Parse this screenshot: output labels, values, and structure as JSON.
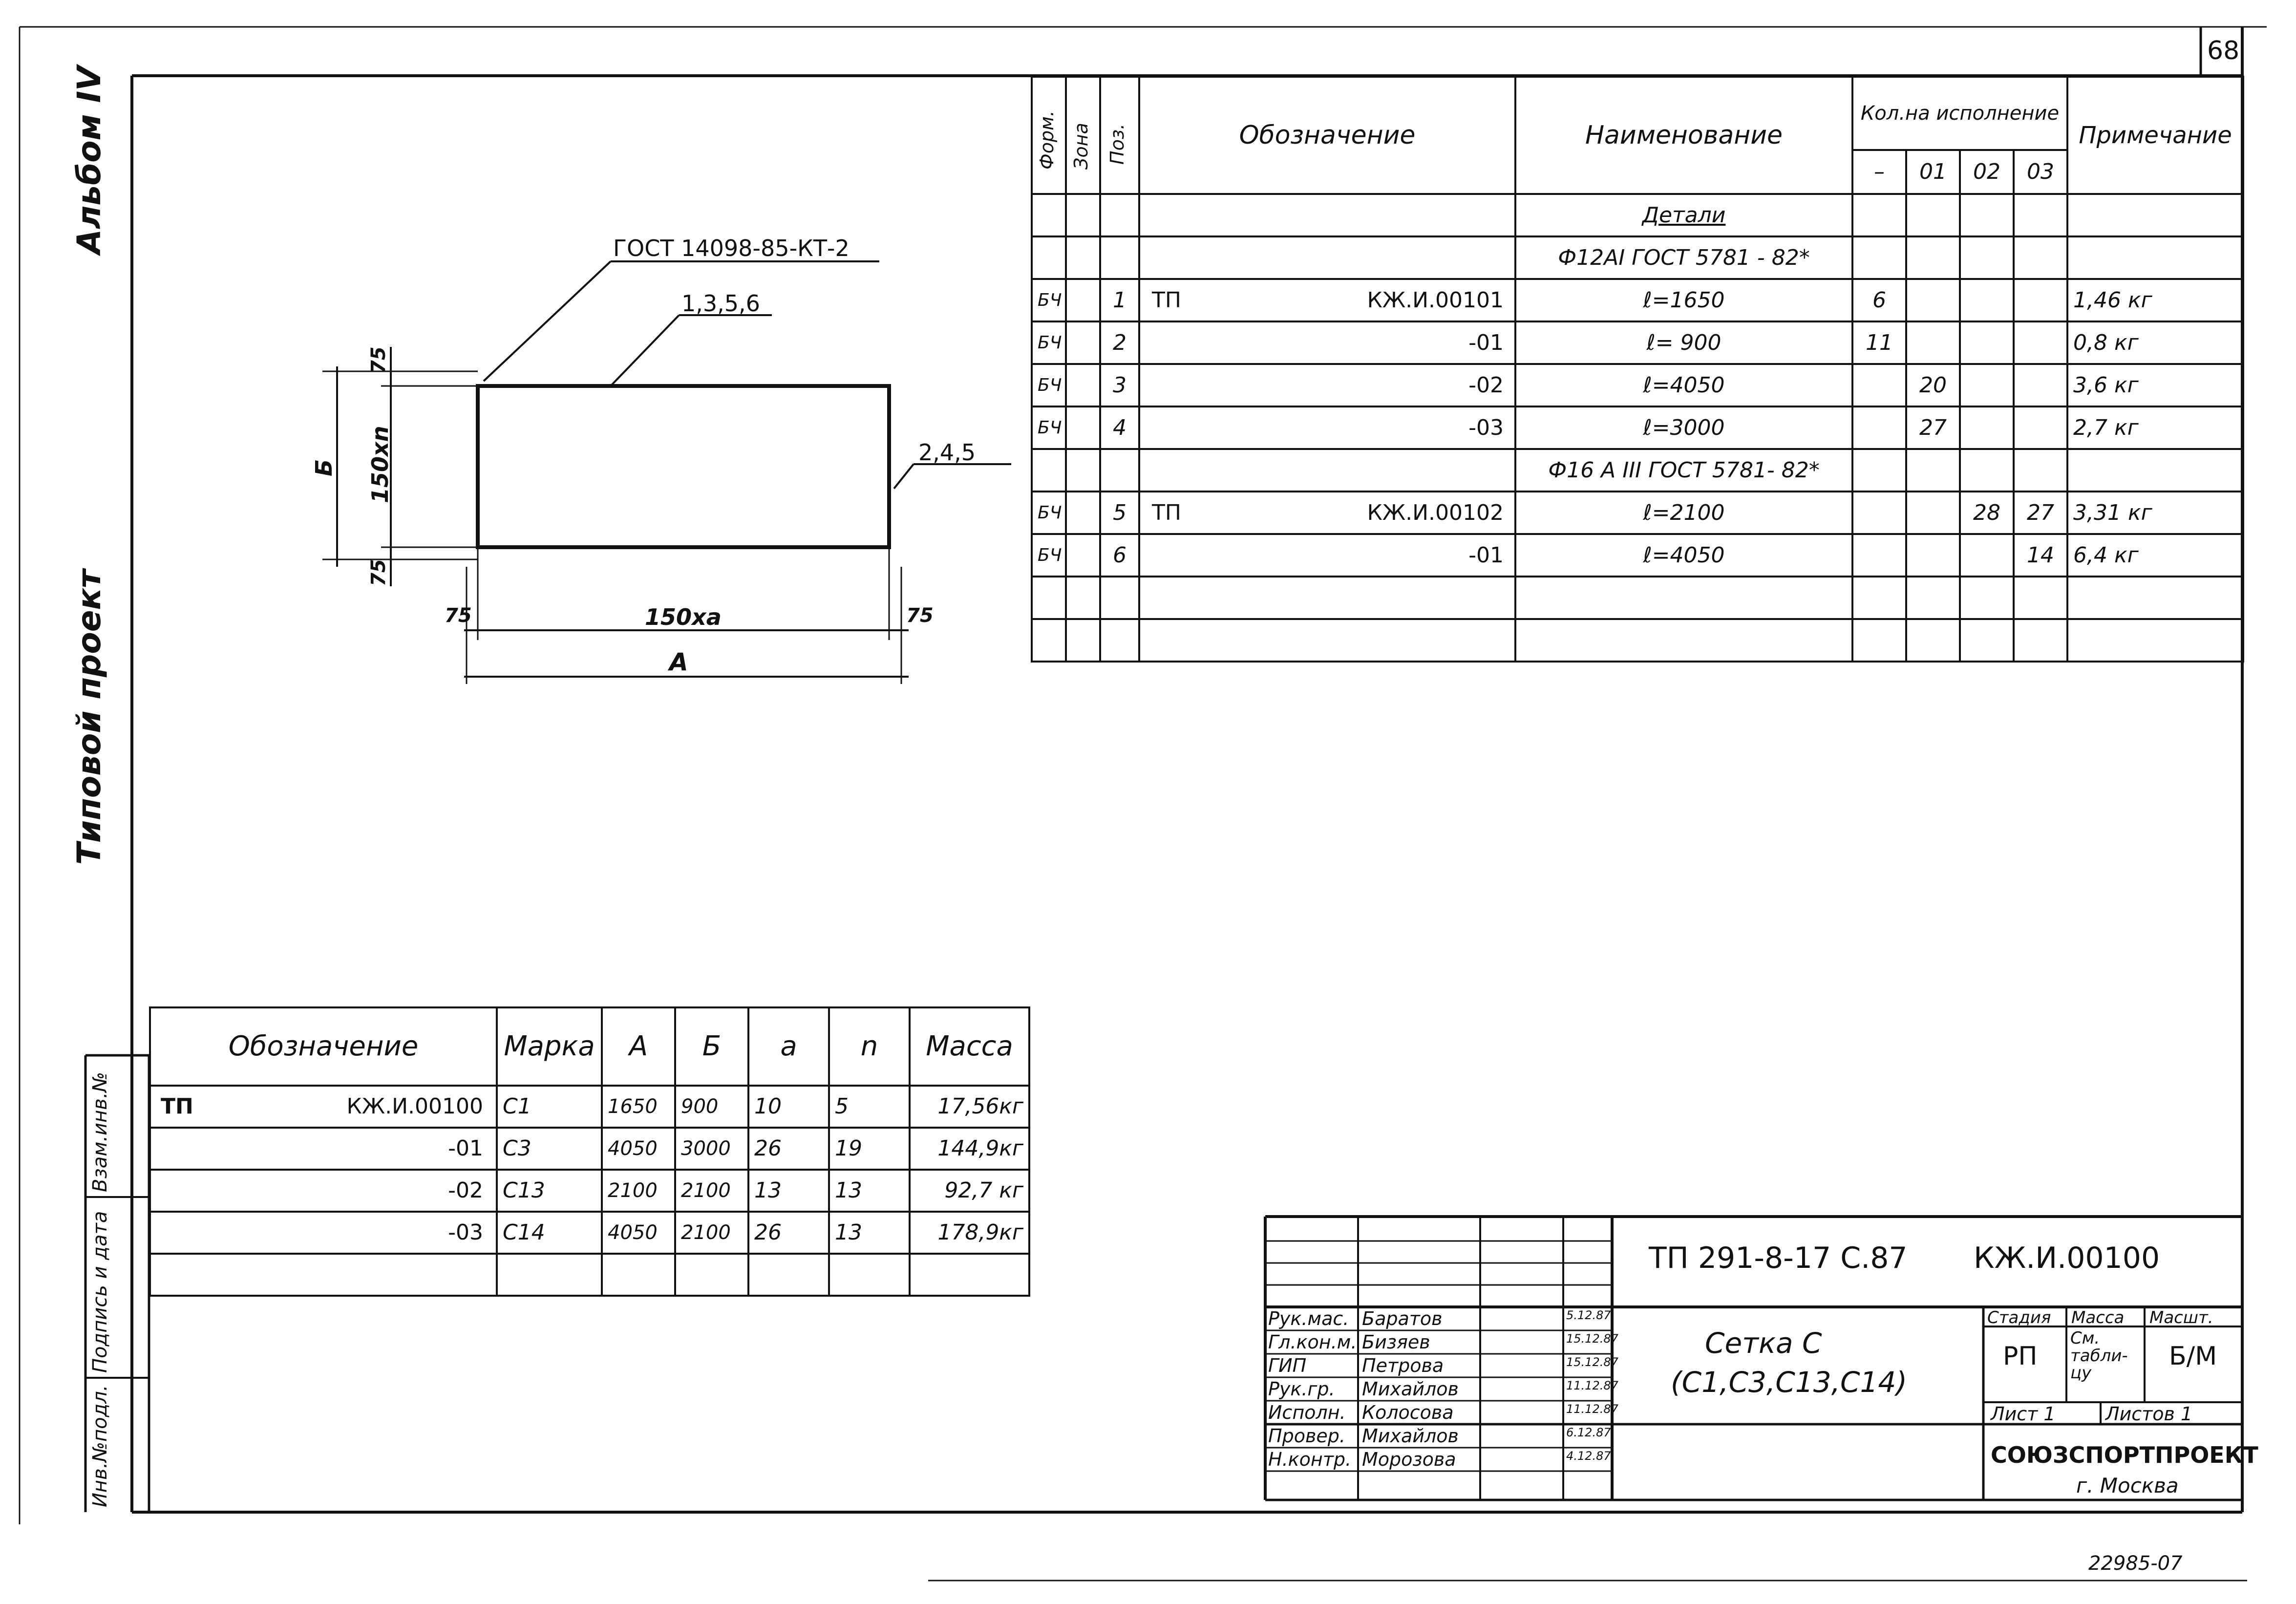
{
  "sheet_number": "68",
  "side": {
    "album": "Альбом IV",
    "project_type": "Типовой проект",
    "col_inv": "Инв.№подл.",
    "col_sign": "Подпись и дата",
    "col_replace": "Взам.инв.№"
  },
  "drawing": {
    "callout_gost": "ГОСТ 14098-85-КТ-2",
    "callout_top": "1,3,5,6",
    "callout_right": "2,4,5",
    "dim_b": "Б",
    "dim_150n": "150xn",
    "dim_75_top": "75",
    "dim_75_bottom": "75",
    "dim_75_left": "75",
    "dim_75_right": "75",
    "dim_150a": "150xа",
    "dim_a": "А"
  },
  "spec": {
    "headers": {
      "format": "Форм.",
      "zone": "Зона",
      "pos": "Поз.",
      "designation": "Обозначение",
      "name": "Наименование",
      "qty": "Кол.на исполнение",
      "note": "Примечание",
      "qty_cols": [
        "–",
        "01",
        "02",
        "03"
      ]
    },
    "rows": [
      {
        "f": "",
        "z": "",
        "p": "",
        "d1": "",
        "d2": "",
        "n": "Детали",
        "q": [
          "",
          "",
          "",
          ""
        ],
        "note": "",
        "underline": true
      },
      {
        "f": "",
        "z": "",
        "p": "",
        "d1": "",
        "d2": "",
        "n": "Ф12АI ГОСТ 5781 - 82*",
        "q": [
          "",
          "",
          "",
          ""
        ],
        "note": ""
      },
      {
        "f": "БЧ",
        "z": "",
        "p": "1",
        "d1": "ТП",
        "d2": "КЖ.И.00101",
        "n": "ℓ=1650",
        "q": [
          "6",
          "",
          "",
          ""
        ],
        "note": "1,46 кг"
      },
      {
        "f": "БЧ",
        "z": "",
        "p": "2",
        "d1": "",
        "d2": "-01",
        "n": "ℓ= 900",
        "q": [
          "11",
          "",
          "",
          ""
        ],
        "note": "0,8 кг"
      },
      {
        "f": "БЧ",
        "z": "",
        "p": "3",
        "d1": "",
        "d2": "-02",
        "n": "ℓ=4050",
        "q": [
          "",
          "20",
          "",
          ""
        ],
        "note": "3,6 кг"
      },
      {
        "f": "БЧ",
        "z": "",
        "p": "4",
        "d1": "",
        "d2": "-03",
        "n": "ℓ=3000",
        "q": [
          "",
          "27",
          "",
          ""
        ],
        "note": "2,7 кг"
      },
      {
        "f": "",
        "z": "",
        "p": "",
        "d1": "",
        "d2": "",
        "n": "Ф16 А III ГОСТ 5781- 82*",
        "q": [
          "",
          "",
          "",
          ""
        ],
        "note": ""
      },
      {
        "f": "БЧ",
        "z": "",
        "p": "5",
        "d1": "ТП",
        "d2": "КЖ.И.00102",
        "n": "ℓ=2100",
        "q": [
          "",
          "",
          "28",
          "27"
        ],
        "note": "3,31 кг"
      },
      {
        "f": "БЧ",
        "z": "",
        "p": "6",
        "d1": "",
        "d2": "-01",
        "n": "ℓ=4050",
        "q": [
          "",
          "",
          "",
          "14"
        ],
        "note": "6,4 кг"
      },
      {
        "f": "",
        "z": "",
        "p": "",
        "d1": "",
        "d2": "",
        "n": "",
        "q": [
          "",
          "",
          "",
          ""
        ],
        "note": ""
      },
      {
        "f": "",
        "z": "",
        "p": "",
        "d1": "",
        "d2": "",
        "n": "",
        "q": [
          "",
          "",
          "",
          ""
        ],
        "note": ""
      }
    ]
  },
  "marks": {
    "headers": [
      "Обозначение",
      "Марка",
      "А",
      "Б",
      "а",
      "n",
      "Масса"
    ],
    "rows": [
      {
        "d1": "ТП",
        "d2": "КЖ.И.00100",
        "mark": "С1",
        "a": "1650",
        "b": "900",
        "sa": "10",
        "n": "5",
        "mass": "17,56кг"
      },
      {
        "d1": "",
        "d2": "-01",
        "mark": "С3",
        "a": "4050",
        "b": "3000",
        "sa": "26",
        "n": "19",
        "mass": "144,9кг"
      },
      {
        "d1": "",
        "d2": "-02",
        "mark": "С13",
        "a": "2100",
        "b": "2100",
        "sa": "13",
        "n": "13",
        "mass": "92,7 кг"
      },
      {
        "d1": "",
        "d2": "-03",
        "mark": "С14",
        "a": "4050",
        "b": "2100",
        "sa": "26",
        "n": "13",
        "mass": "178,9кг"
      },
      {
        "d1": "",
        "d2": "",
        "mark": "",
        "a": "",
        "b": "",
        "sa": "",
        "n": "",
        "mass": ""
      }
    ]
  },
  "title_block": {
    "project_code": "ТП 291-8-17 С.87",
    "doc_code": "КЖ.И.00100",
    "title_line1": "Сетка С",
    "title_line2": "(С1,С3,С13,С14)",
    "stage_label": "Стадия",
    "mass_label": "Масса",
    "scale_label": "Масшт.",
    "stage": "РП",
    "mass": "См. табли- цу",
    "scale": "Б/М",
    "sheet_label": "Лист 1",
    "sheets_label": "Листов 1",
    "org": "СОЮЗСПОРТПРОЕКТ",
    "city": "г. Москва",
    "people": [
      {
        "role": "Рук.мас.",
        "name": "Баратов",
        "date": "5.12.87"
      },
      {
        "role": "Гл.кон.м.",
        "name": "Бизяев",
        "date": "15.12.87"
      },
      {
        "role": "ГИП",
        "name": "Петрова",
        "date": "15.12.87"
      },
      {
        "role": "Рук.гр.",
        "name": "Михайлов",
        "date": "11.12.87"
      },
      {
        "role": "Исполн.",
        "name": "Колосова",
        "date": "11.12.87"
      },
      {
        "role": "Провер.",
        "name": "Михайлов",
        "date": "6.12.87"
      },
      {
        "role": "Н.контр.",
        "name": "Морозова",
        "date": "4.12.87"
      }
    ]
  },
  "footer_code": "22985-07"
}
